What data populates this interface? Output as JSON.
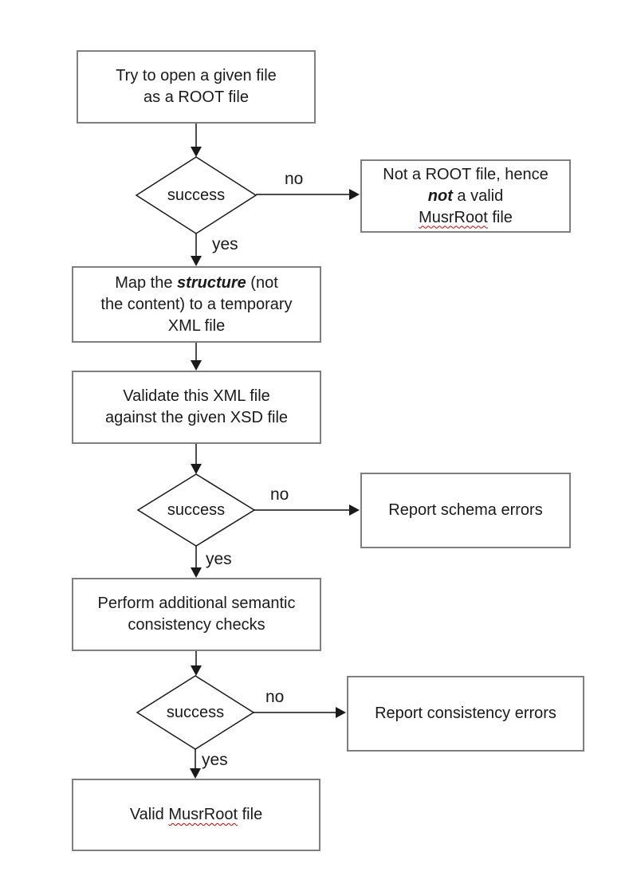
{
  "colors": {
    "background": "#ffffff",
    "box_border": "#7f7f7f",
    "diamond_border": "#1a1a1a",
    "arrow_line": "#4d4d4d",
    "arrow_head": "#1a1a1a",
    "text": "#1a1a1a",
    "spellcheck_squiggle": "#d40000"
  },
  "nodes": {
    "try_open": {
      "line1": "Try to open a given file",
      "line2": "as a ROOT file"
    },
    "decision_root": {
      "label": "success"
    },
    "not_root_file": {
      "line1": "Not a ROOT file, hence",
      "line2_bold": "not",
      "line2_rest": " a valid",
      "line3_word": "MusrRoot",
      "line3_rest": " file"
    },
    "map_structure": {
      "line1_pre": "Map the ",
      "line1_bold": "structure",
      "line1_rest": " (not",
      "line2": "the content) to a temporary",
      "line3": "XML file"
    },
    "validate_xml": {
      "line1": "Validate this XML file",
      "line2": "against the given XSD file"
    },
    "decision_schema": {
      "label": "success"
    },
    "report_schema": {
      "label": "Report schema errors"
    },
    "semantic_checks": {
      "line1": "Perform additional semantic",
      "line2": "consistency checks"
    },
    "decision_consistency": {
      "label": "success"
    },
    "report_consistency": {
      "label": "Report consistency errors"
    },
    "valid_musrroot": {
      "pre": "Valid ",
      "word": "MusrRoot",
      "post": " file"
    }
  },
  "edge_labels": {
    "no1": "no",
    "yes1": "yes",
    "no2": "no",
    "yes2": "yes",
    "no3": "no",
    "yes3": "yes"
  }
}
